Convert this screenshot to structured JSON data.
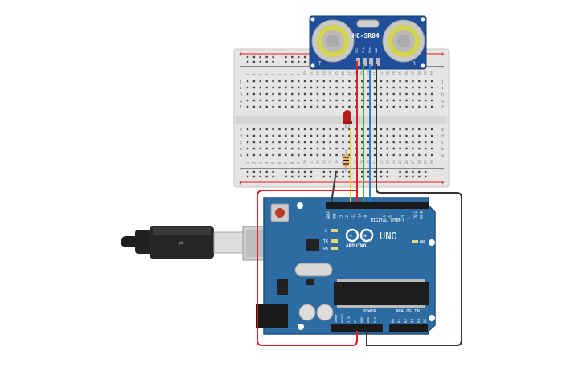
{
  "sensor": {
    "label": "HC-SR04",
    "left_mark": "T",
    "right_mark": "R",
    "pins": [
      "VCC",
      "Trig",
      "Echo",
      "GND"
    ]
  },
  "breadboard": {
    "columns": [
      "1",
      "2",
      "3",
      "4",
      "5",
      "6",
      "7",
      "8",
      "9",
      "10",
      "11",
      "12",
      "13",
      "14",
      "15",
      "16",
      "17",
      "18",
      "19",
      "20",
      "21",
      "22",
      "23",
      "24",
      "25",
      "26",
      "27",
      "28",
      "29",
      "30"
    ],
    "rows_top": [
      "a",
      "b",
      "c",
      "d",
      "e"
    ],
    "rows_bottom": [
      "f",
      "g",
      "h",
      "i",
      "j"
    ],
    "rail_plus": "+",
    "rail_minus": "-"
  },
  "arduino": {
    "model": "UNO",
    "brand": "ARDUINO",
    "digital_label": "DIGITAL (PWM~)",
    "power_label": "POWER",
    "analog_label": "ANALOG IN",
    "on_label": "ON",
    "led_labels": [
      "L",
      "TX",
      "RX"
    ],
    "digital_pins": [
      "AREF",
      "GND",
      "13",
      "12",
      "~11",
      "~10",
      "~9",
      "8",
      "7",
      "~6",
      "~5",
      "4",
      "~3",
      "2",
      "TX▸1",
      "RX◂0"
    ],
    "power_pins": [
      "IOREF",
      "RESET",
      "3.3V",
      "5V",
      "GND",
      "GND",
      "Vin"
    ],
    "analog_pins": [
      "A0",
      "A1",
      "A2",
      "A3",
      "A4",
      "A5"
    ]
  },
  "colors": {
    "board_blue": "#2d6ca3",
    "board_edge": "#1d4f7c",
    "breadboard": "#e4e4e4",
    "wire_red": "#e02020",
    "wire_black": "#333333",
    "wire_yellow": "#f2cf00",
    "wire_green": "#3caa3c",
    "wire_blue": "#2a7fd4",
    "led_red": "#b81d1d"
  }
}
